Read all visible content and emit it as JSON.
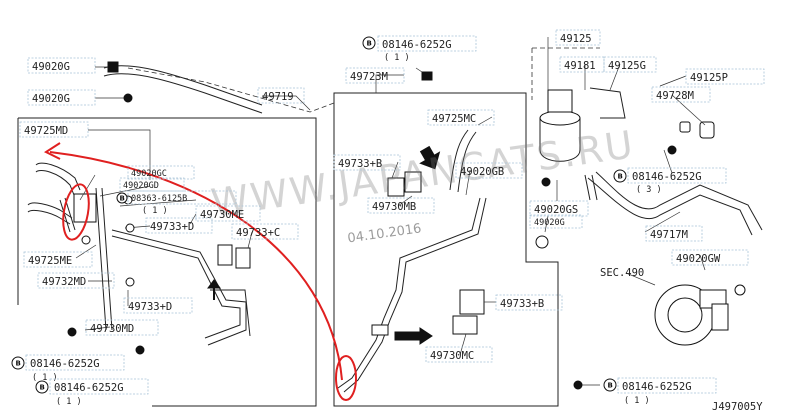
{
  "watermark": "WWW.JAPANCATS.RU",
  "date_stamp": "04.10.2016",
  "diagram_id": "J497005Y",
  "bolt_marker": "B",
  "sec_ref": "SEC.490",
  "labels": {
    "l_49020G_a": "49020G",
    "l_49020G_b": "49020G",
    "l_49719": "49719",
    "l_49725MD": "49725MD",
    "l_49020GC": "49020GC",
    "l_49020GD": "49020GD",
    "l_08363_6125B": "08363-6125B",
    "l_49730ME": "49730ME",
    "l_49733D_a": "49733+D",
    "l_49733C": "49733+C",
    "l_49725ME": "49725ME",
    "l_49732MD": "49732MD",
    "l_49733D_b": "49733+D",
    "l_49730MD": "49730MD",
    "l_08146_top": "08146-6252G",
    "l_49723M": "49723M",
    "l_49725MC": "49725MC",
    "l_49733B_a": "49733+B",
    "l_49020GB": "49020GB",
    "l_49730MB": "49730MB",
    "l_49733B_b": "49733+B",
    "l_49730MC": "49730MC",
    "l_49125": "49125",
    "l_49181": "49181",
    "l_49125G": "49125G",
    "l_49125P": "49125P",
    "l_49728M": "49728M",
    "l_08146_right": "08146-6252G",
    "l_49020GS": "49020GS",
    "l_49020G_c": "49020G",
    "l_49717M": "49717M",
    "l_49020GW": "49020GW",
    "l_08146_bl1": "08146-6252G",
    "l_08146_bl2": "08146-6252G",
    "l_08146_bottom": "08146-6252G"
  },
  "quantities": {
    "q_top": "( 1 )",
    "q_08363": "( 1 )",
    "q_right": "( 3 )",
    "q_bl1": "( 1 )",
    "q_bl2": "( 1 )",
    "q_bottom": "( 1 )"
  },
  "colors": {
    "annotation_red": "#e02020",
    "label_box": "#a8c4d8",
    "line": "#222222"
  }
}
